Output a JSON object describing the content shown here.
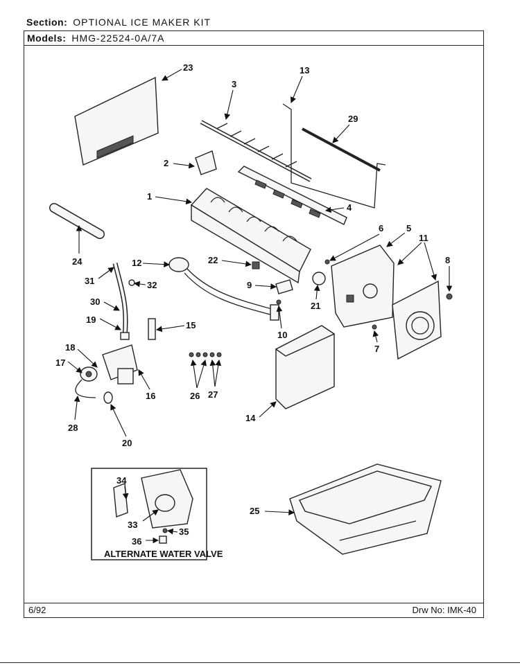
{
  "header": {
    "section_label": "Section:",
    "section_value": "OPTIONAL ICE MAKER KIT",
    "models_label": "Models:",
    "models_value": "HMG-22524-0A/7A"
  },
  "footer": {
    "date": "6/92",
    "drawing_number": "Drw No:  IMK-40"
  },
  "inset": {
    "caption": "ALTERNATE WATER VALVE"
  },
  "callouts": {
    "c1": "1",
    "c2": "2",
    "c3": "3",
    "c4": "4",
    "c5": "5",
    "c6": "6",
    "c7": "7",
    "c8": "8",
    "c9": "9",
    "c10": "10",
    "c11": "11",
    "c12": "12",
    "c13": "13",
    "c14": "14",
    "c15": "15",
    "c16": "16",
    "c17": "17",
    "c18": "18",
    "c19": "19",
    "c20": "20",
    "c21": "21",
    "c22": "22",
    "c23": "23",
    "c24": "24",
    "c25": "25",
    "c26": "26",
    "c27": "27",
    "c28": "28",
    "c29": "29",
    "c30": "30",
    "c31": "31",
    "c32": "32",
    "c33": "33",
    "c34": "34",
    "c35": "35",
    "c36": "36"
  }
}
